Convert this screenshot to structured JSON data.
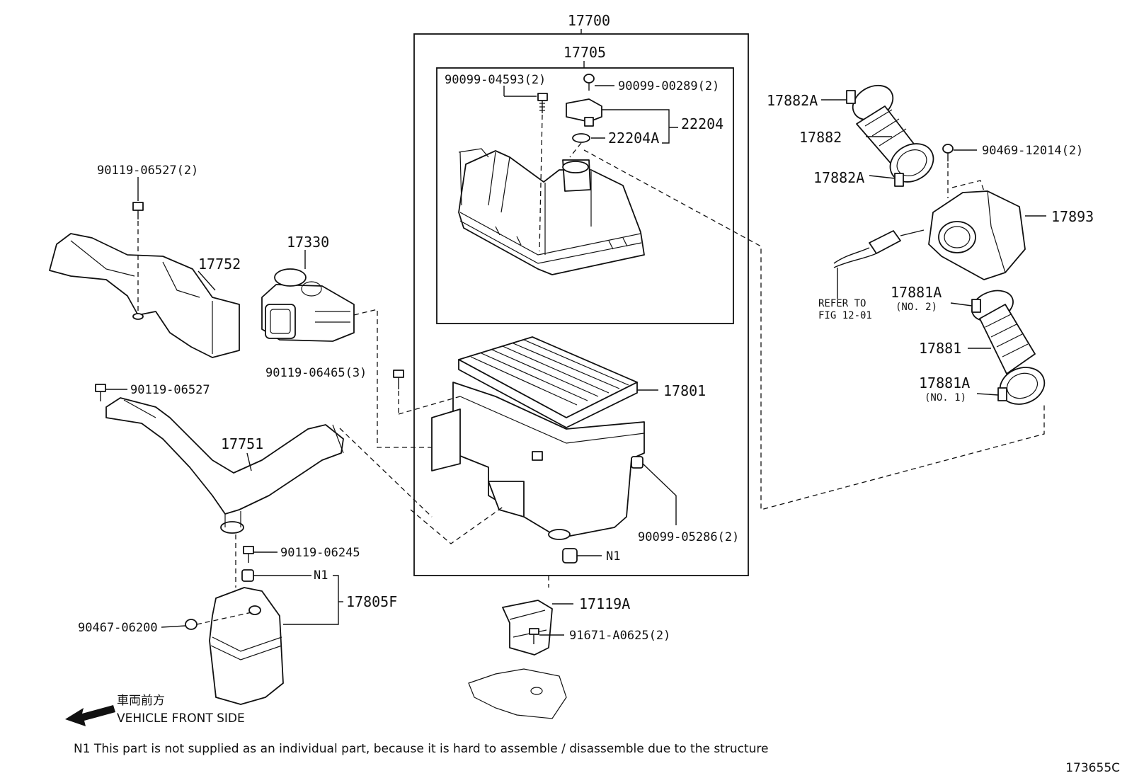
{
  "labels": {
    "l_17700": "17700",
    "l_17705": "17705",
    "l_90099_04593": "90099-04593(2)",
    "l_90099_00289": "90099-00289(2)",
    "l_22204": "22204",
    "l_22204A": "22204A",
    "l_17882A_top": "17882A",
    "l_17882": "17882",
    "l_17882A_bottom": "17882A",
    "l_90469_12014": "90469-12014(2)",
    "l_17893": "17893",
    "l_refer_to": "REFER TO",
    "l_fig_12_01": "FIG 12-01",
    "l_17881A_no2": "17881A",
    "l_no2": "(NO. 2)",
    "l_17881": "17881",
    "l_17881A_no1": "17881A",
    "l_no1": "(NO. 1)",
    "l_90119_06527_2": "90119-06527(2)",
    "l_17752": "17752",
    "l_17330": "17330",
    "l_90119_06465": "90119-06465(3)",
    "l_17801": "17801",
    "l_90119_06527": "90119-06527",
    "l_17751": "17751",
    "l_90099_05286": "90099-05286(2)",
    "l_n1_box": "N1",
    "l_90119_06245": "90119-06245",
    "l_n1_805": "N1",
    "l_17805F": "17805F",
    "l_90467_06200": "90467-06200",
    "l_17119A": "17119A",
    "l_91671_A0625": "91671-A0625(2)",
    "front_jp": "車両前方",
    "front_en": "VEHICLE FRONT SIDE",
    "footnote": "N1  This part is not supplied as an individual part, because it is hard to assemble / disassemble due to the structure",
    "figure_code": "173655C"
  },
  "icons": {
    "front_arrow": "arrow-left-icon"
  },
  "colors": {
    "ink": "#111111",
    "paper": "#ffffff"
  }
}
